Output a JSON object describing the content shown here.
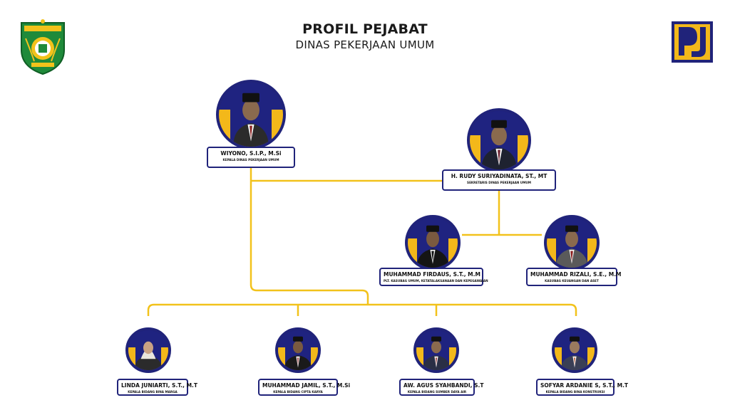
{
  "header": {
    "title": "PROFIL PEJABAT",
    "subtitle": "DINAS PEKERJAAN UMUM"
  },
  "colors": {
    "navy": "#20237a",
    "gold": "#f3b81a",
    "connector": "#f2c21b"
  },
  "logos": {
    "left": "regional-emblem-icon",
    "right": "pu-logo-icon"
  },
  "officials": [
    {
      "name": "WIYONO, S.I.P., M.Si",
      "position": "KEPALA DINAS PEKERJAAN UMUM"
    },
    {
      "name": "H. RUDY SURIYADINATA, ST., MT",
      "position": "SEKRETARIS DINAS PEKERJAAN UMUM"
    },
    {
      "name": "MUHAMMAD FIRDAUS, S.T., M.M",
      "position": "PLT. KASUBAG UMUM, KETATALAKSANAAN DAN KEPEGAWAIAN"
    },
    {
      "name": "MUHAMMAD RIZALI, S.E., M.M",
      "position": "KASUBAG KEUANGAN DAN ASET"
    },
    {
      "name": "LINDA JUNIARTI, S.T., M.T",
      "position": "KEPALA BIDANG BINA MARGA"
    },
    {
      "name": "MUHAMMAD JAMIL, S.T., M.Si",
      "position": "KEPALA BIDANG CIPTA KARYA"
    },
    {
      "name": "AW. AGUS SYAHBANDI, S.T",
      "position": "KEPALA BIDANG SUMBER DAYA AIR"
    },
    {
      "name": "SOFYAR ARDANIE S, S.T., M.T",
      "position": "KEPALA BIDANG BINA KONSTRUKSI"
    }
  ]
}
